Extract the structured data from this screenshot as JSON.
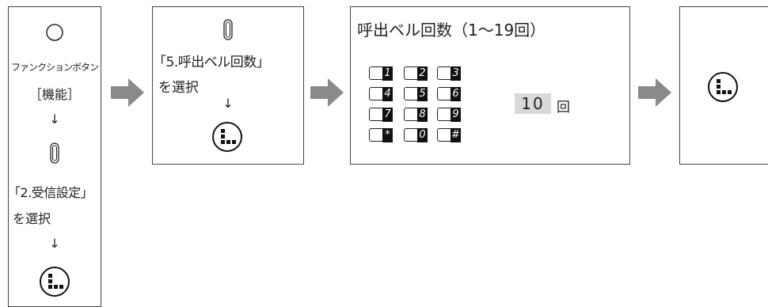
{
  "panel1": {
    "function_label": "ファンクションボタン",
    "function_sub": "［機能］",
    "down_arrow": "↓",
    "select_item": "「2.受信設定」",
    "select_action": "を選択"
  },
  "panel2": {
    "select_item": "「5.呼出ベル回数」",
    "select_action": "を選択",
    "down_arrow": "↓"
  },
  "panel3": {
    "title": "呼出ベル回数（1〜19回）",
    "keys": [
      "1",
      "2",
      "3",
      "4",
      "5",
      "6",
      "7",
      "8",
      "9",
      "*",
      "0",
      "#"
    ],
    "value": "10",
    "unit": "回"
  },
  "colors": {
    "arrow": "#8a8a8a",
    "value_bg": "#d9d9d9",
    "line": "#444444"
  },
  "icons": [
    "circle-button-icon",
    "jog-dial-icon",
    "enter-button-icon",
    "right-arrow-icon",
    "keypad-key-icon"
  ]
}
